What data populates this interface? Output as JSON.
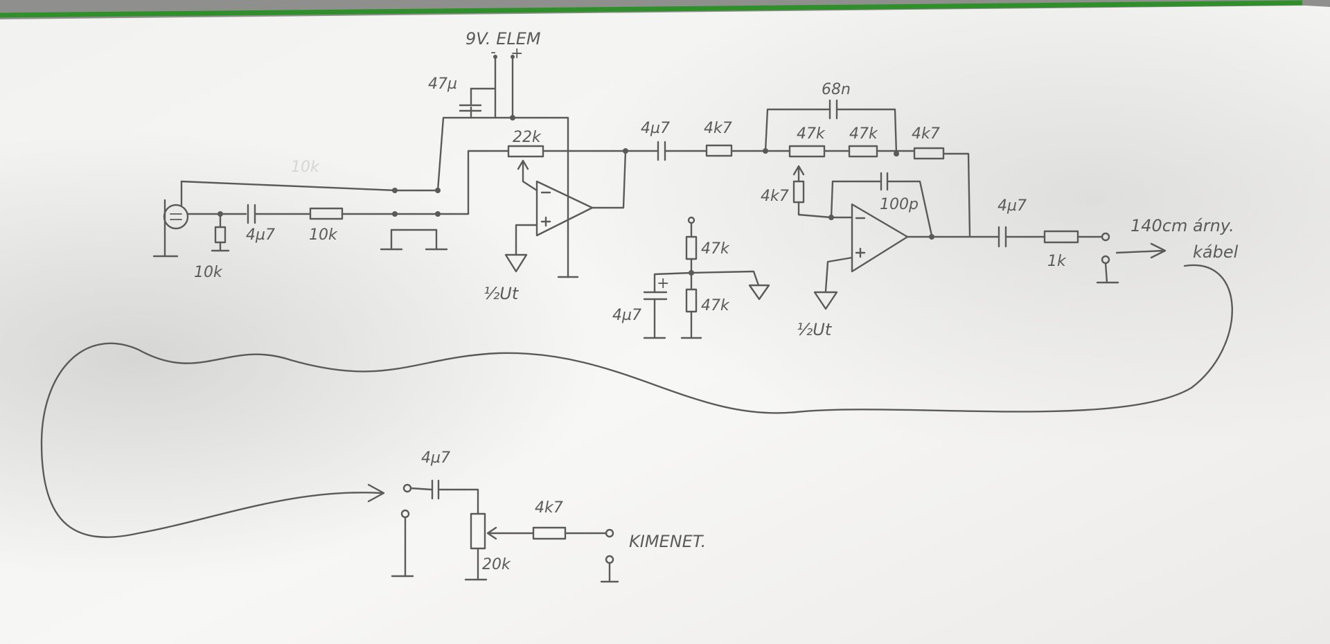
{
  "labels": {
    "battery": "9V. ELEM",
    "battery_minus": "-",
    "battery_plus": "+",
    "cap_battery": "47µ",
    "pot_22k": "22k",
    "faint_10k": "10k",
    "cap_in": "4µ7",
    "res_in": "10k",
    "res_mic": "10k",
    "half_ut_1": "½Ut",
    "cap_out1": "4µ7",
    "res_4k7_a": "4k7",
    "cap_68n": "68n",
    "pot_47k": "47k",
    "res_47k": "47k",
    "res_4k7_b": "4k7",
    "res_4k7_v": "4k7",
    "cap_100p": "100p",
    "half_ut_2": "½Ut",
    "div_47k_top": "47k",
    "div_47k_bot": "47k",
    "div_cap": "4µ7",
    "div_plus": "+",
    "cap_out2": "4µ7",
    "res_1k": "1k",
    "cable": "140cm árny.",
    "cable2": "kábel",
    "cap_end": "4µ7",
    "res_end": "4k7",
    "pot_20k": "20k",
    "output": "KIMENET."
  },
  "colors": {
    "paper": "#f3f3f1",
    "ink": "#5a5a58",
    "green_edge": "#2f8f2a",
    "background": "#9a9a98"
  }
}
